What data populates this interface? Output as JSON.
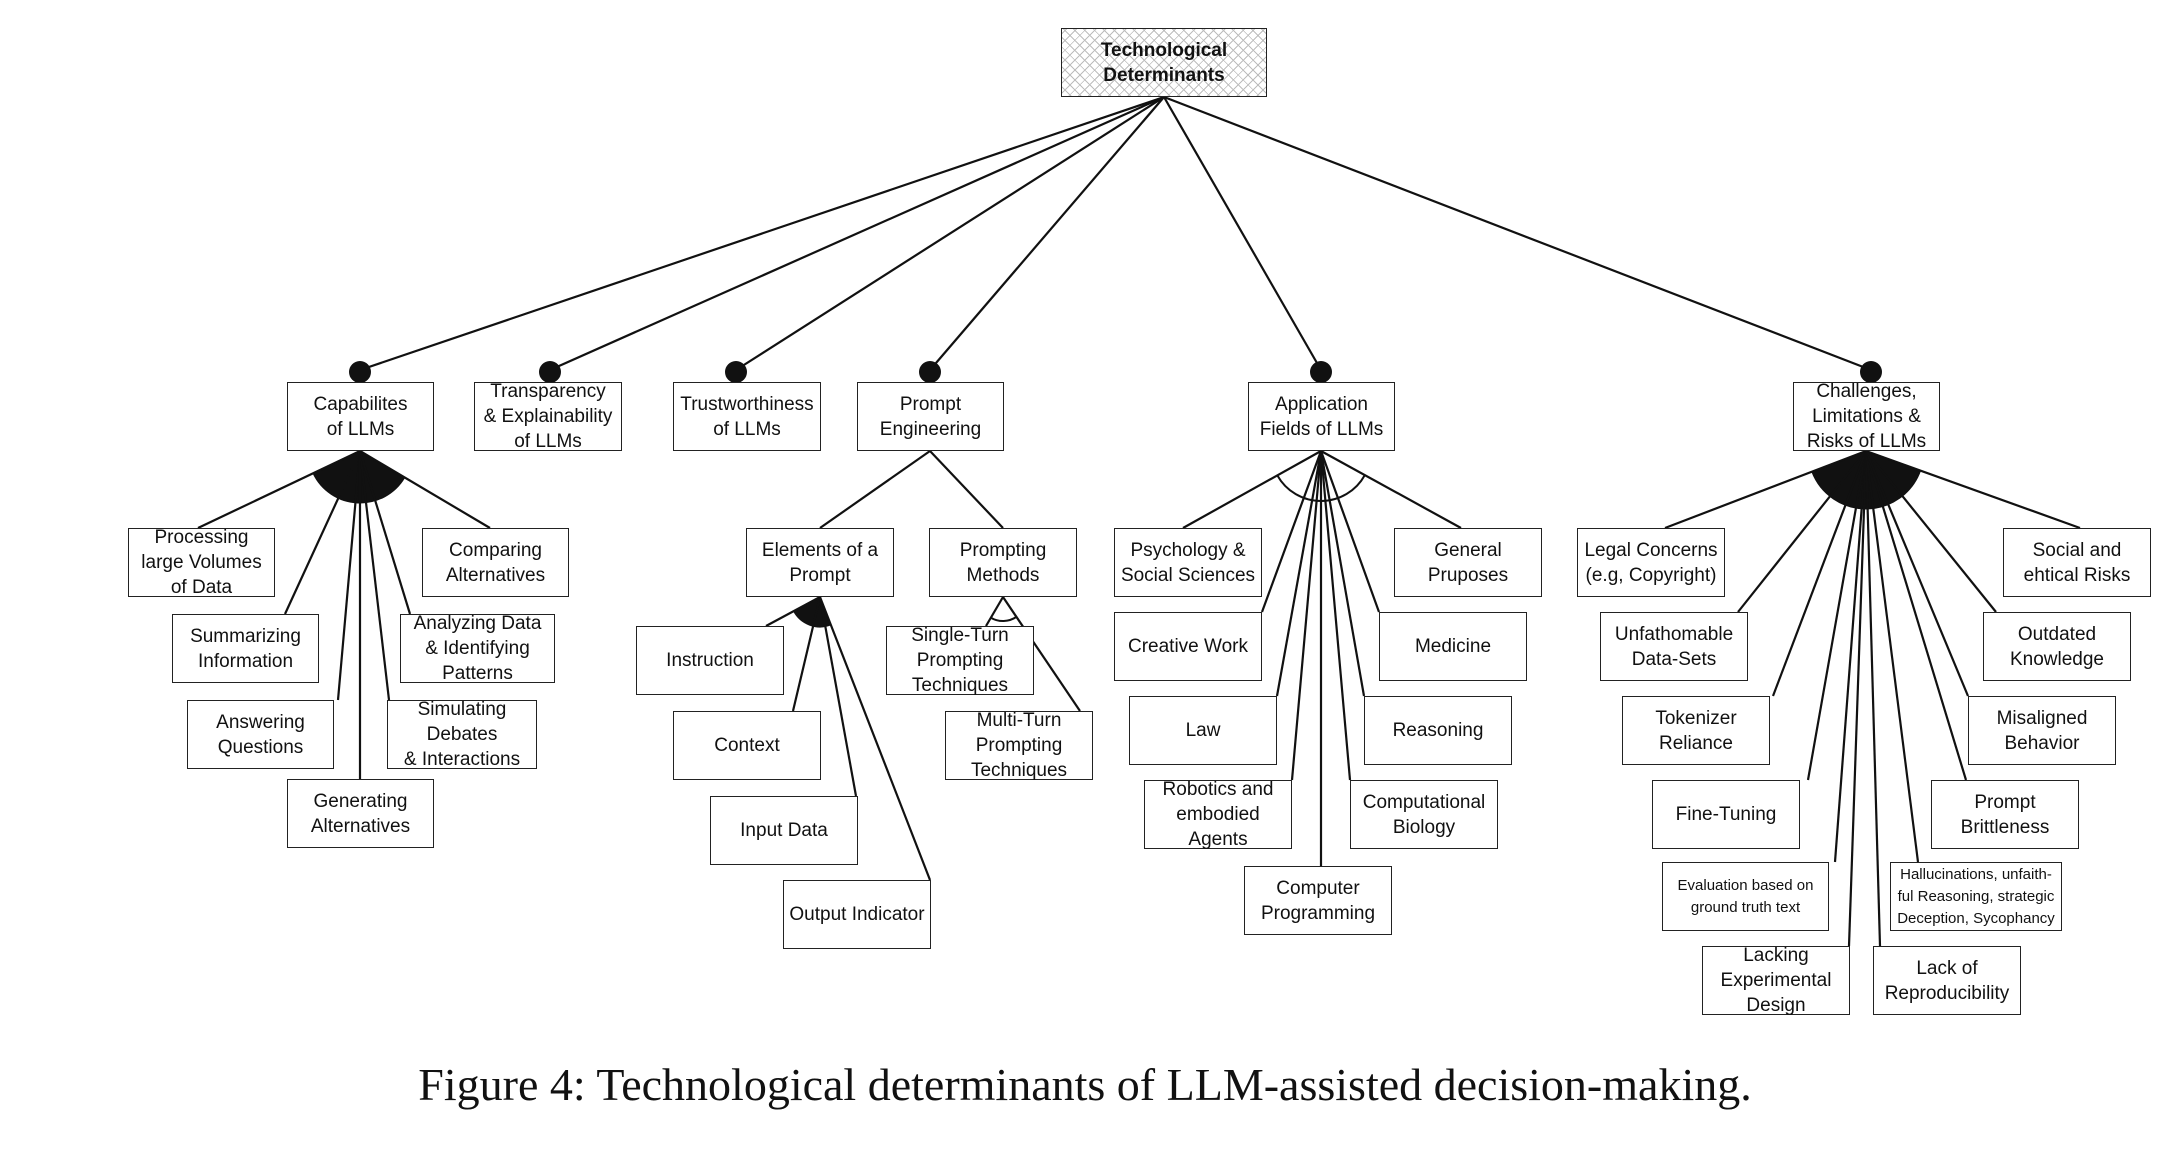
{
  "diagram": {
    "root": "Technological\nDeterminants",
    "caption": "Figure 4: Technological determinants of LLM-assisted decision-making.",
    "categories": [
      {
        "label": "Capabilites\nof LLMs",
        "relation": "mandatory",
        "children_group": "or",
        "children": [
          "Processing\nlarge Volumes\nof Data",
          "Summarizing\nInformation",
          "Answering\nQuestions",
          "Generating\nAlternatives",
          "Simulating\nDebates\n& Interactions",
          "Analyzing Data\n& Identifying\nPatterns",
          "Comparing\nAlternatives"
        ]
      },
      {
        "label": "Transparency\n& Explainability\nof LLMs",
        "relation": "mandatory",
        "children": []
      },
      {
        "label": "Trustworthiness\nof LLMs",
        "relation": "mandatory",
        "children": []
      },
      {
        "label": "Prompt\nEngineering",
        "relation": "mandatory",
        "children": [
          {
            "label": "Elements of a\nPrompt",
            "children_group": "or",
            "children": [
              "Instruction",
              "Context",
              "Input Data",
              "Output Indicator"
            ]
          },
          {
            "label": "Prompting\nMethods",
            "children_group": "alternative",
            "children": [
              "Single-Turn\nPrompting\nTechniques",
              "Multi-Turn\nPrompting\nTechniques"
            ]
          }
        ]
      },
      {
        "label": "Application\nFields of LLMs",
        "relation": "mandatory",
        "children_group": "alternative",
        "children": [
          "Psychology &\nSocial Sciences",
          "Creative Work",
          "Law",
          "Robotics and\nembodied\nAgents",
          "Computer\nProgramming",
          "Computational\nBiology",
          "Reasoning",
          "Medicine",
          "General\nPruposes"
        ]
      },
      {
        "label": "Challenges,\nLimitations &\nRisks of LLMs",
        "relation": "mandatory",
        "children_group": "or",
        "children": [
          "Legal Concerns\n(e.g, Copyright)",
          "Unfathomable\nData-Sets",
          "Tokenizer\nReliance",
          "Fine-Tuning",
          "Evaluation based on\nground truth text",
          "Lacking\nExperimental\nDesign",
          "Lack of\nReproducibility",
          "Hallucinations, unfaith-\nful Reasoning, strategic\nDeception, Sycophancy",
          "Prompt\nBrittleness",
          "Misaligned\nBehavior",
          "Outdated\nKnowledge",
          "Social and\nehtical Risks"
        ]
      }
    ]
  }
}
